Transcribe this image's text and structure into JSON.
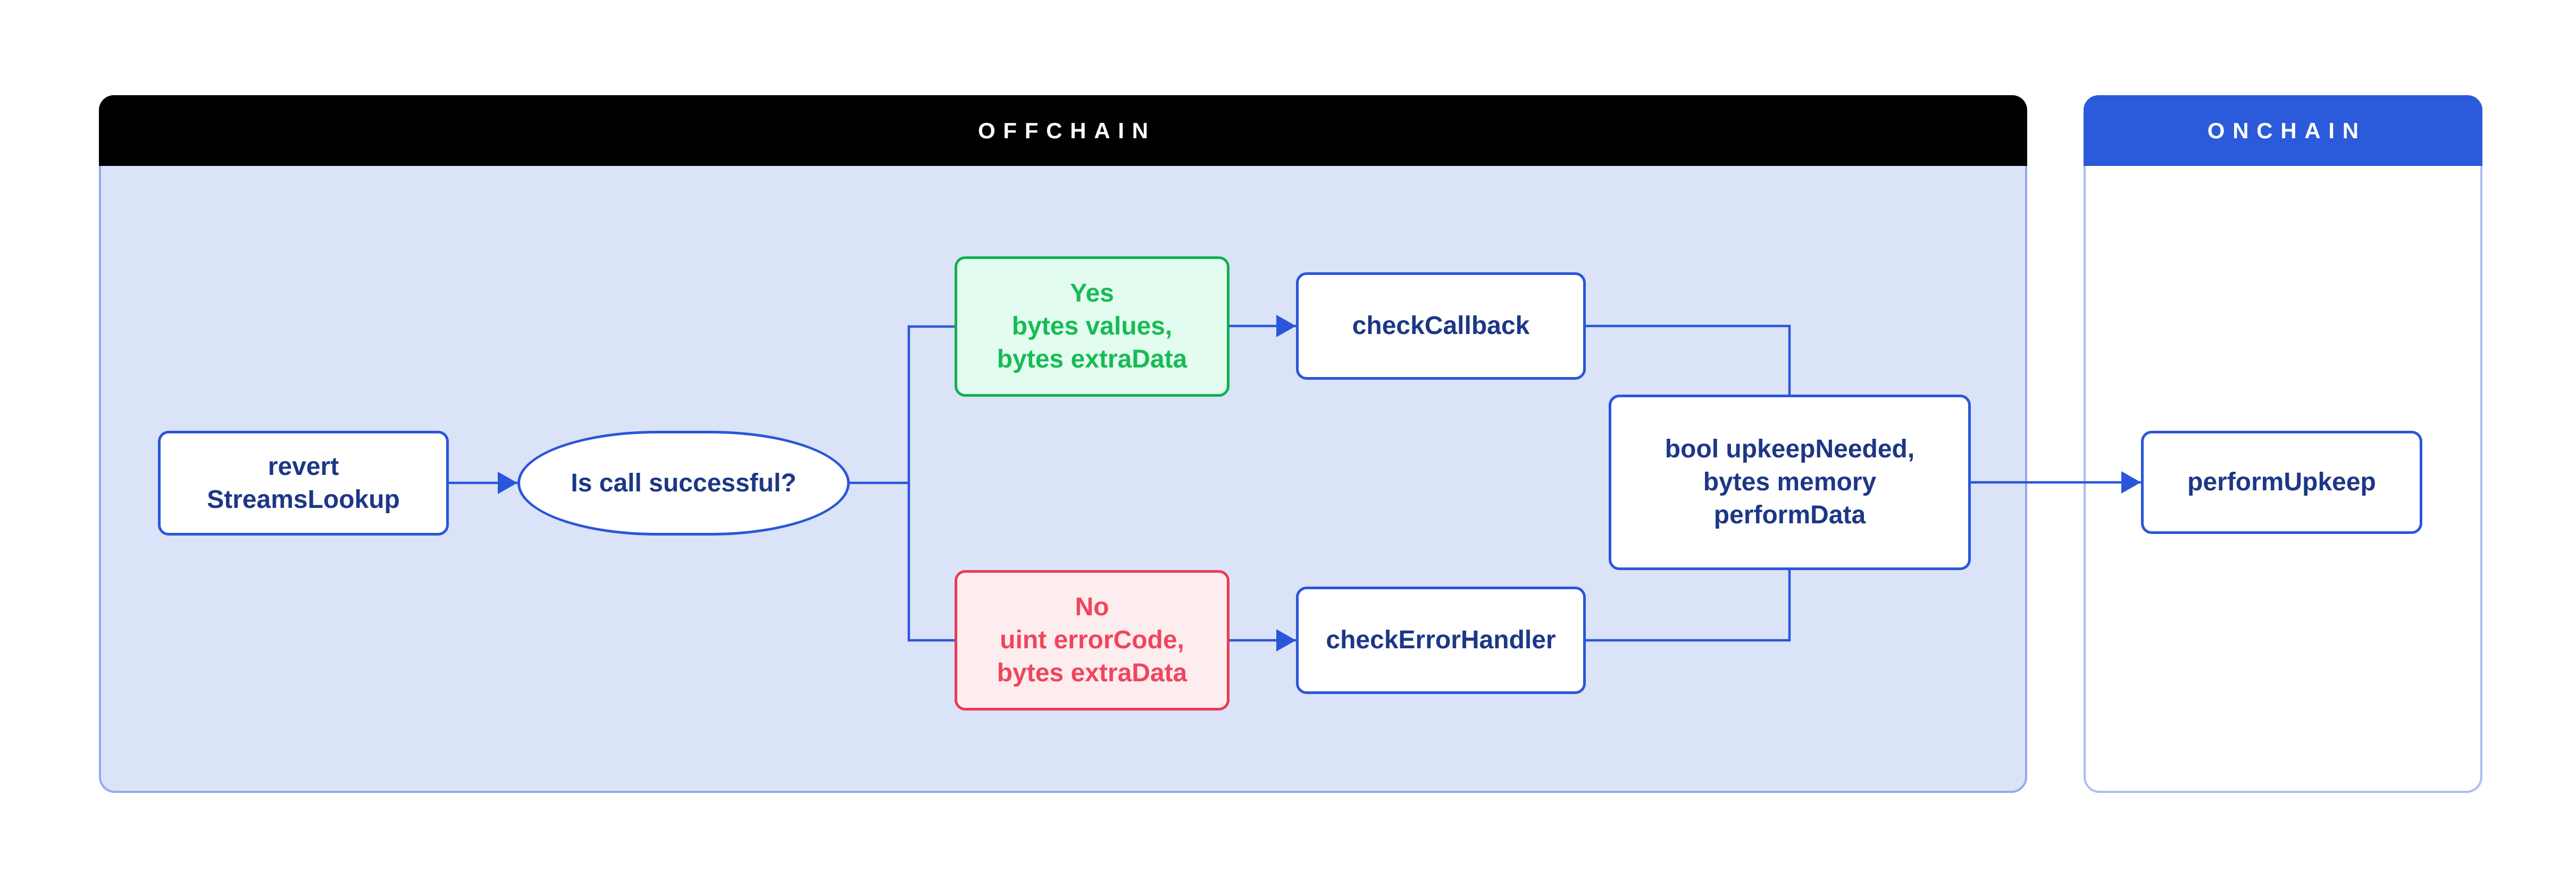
{
  "zones": {
    "offchain": {
      "title": "OFFCHAIN"
    },
    "onchain": {
      "title": "ONCHAIN"
    }
  },
  "nodes": {
    "revert_streams_lookup": {
      "lines": [
        "revert",
        "StreamsLookup"
      ]
    },
    "is_call_successful": {
      "lines": [
        "Is call successful?"
      ]
    },
    "yes": {
      "lines": [
        "Yes",
        "bytes values,",
        "bytes extraData"
      ]
    },
    "check_callback": {
      "lines": [
        "checkCallback"
      ]
    },
    "no": {
      "lines": [
        "No",
        "uint errorCode,",
        "bytes extraData"
      ]
    },
    "check_error_handler": {
      "lines": [
        "checkErrorHandler"
      ]
    },
    "upkeep_needed": {
      "lines": [
        "bool upkeepNeeded,",
        "bytes memory",
        "performData"
      ]
    },
    "perform_upkeep": {
      "lines": [
        "performUpkeep"
      ]
    }
  },
  "colors": {
    "page-bg": "#ffffff",
    "offchain-bg": "#dae3f8",
    "offchain-border": "#95aae9",
    "offchain-header-bg": "#000000",
    "onchain-bg": "#ffffff",
    "onchain-border": "#aebdee",
    "onchain-header-bg": "#2b5ada",
    "header-text": "#ffffff",
    "node-bg": "#ffffff",
    "node-border": "#2a56d9",
    "node-text": "#1d3787",
    "connector": "#2a56d9",
    "yes-bg": "#e3fcf0",
    "yes-border": "#0fb14b",
    "yes-text": "#17bb53",
    "no-bg": "#fdedef",
    "no-border": "#ec3a52",
    "no-text": "#f0455c"
  }
}
